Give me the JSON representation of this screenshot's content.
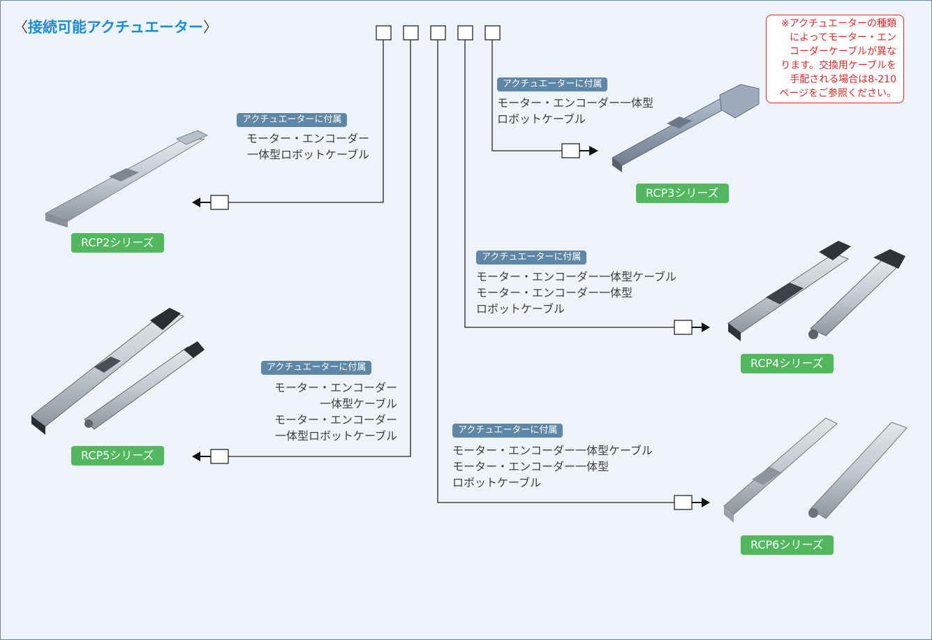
{
  "heading": {
    "open_bracket": "〈",
    "title": "接続可能アクチュエーター",
    "close_bracket": "〉"
  },
  "note_lines": [
    "※アクチュエーターの種類",
    "によってモーター・エン",
    "コーダーケーブルが異な",
    "ります。交換用ケーブルを",
    "手配される場合は8-210",
    "ページをご参照ください。"
  ],
  "common_tag": "アクチュエーターに付属",
  "branches": [
    {
      "id": "rcp2",
      "tag": "アクチュエーターに付属",
      "lines": [
        "モーター・エンコーダー",
        "一体型ロボットケーブル"
      ],
      "series": "RCP2シリーズ"
    },
    {
      "id": "rcp3",
      "tag": "アクチュエーターに付属",
      "lines": [
        "モーター・エンコーダー一体型",
        "ロボットケーブル"
      ],
      "series": "RCP3シリーズ"
    },
    {
      "id": "rcp4",
      "tag": "アクチュエーターに付属",
      "lines": [
        "モーター・エンコーダー一体型ケーブル",
        "モーター・エンコーダー一体型",
        "ロボットケーブル"
      ],
      "series": "RCP4シリーズ"
    },
    {
      "id": "rcp5",
      "tag": "アクチュエーターに付属",
      "lines": [
        "モーター・エンコーダー",
        "一体型ケーブル",
        "モーター・エンコーダー",
        "一体型ロボットケーブル"
      ],
      "series": "RCP5シリーズ"
    },
    {
      "id": "rcp6",
      "tag": "アクチュエーターに付属",
      "lines": [
        "モーター・エンコーダー一体型ケーブル",
        "モーター・エンコーダー一体型",
        "ロボットケーブル"
      ],
      "series": "RCP6シリーズ"
    }
  ],
  "colors": {
    "title_blue": "#1a8ed3",
    "tag_blue": "#5e86a6",
    "series_green": "#52b75f",
    "note_red": "#e0272a",
    "background": "#eef3f9"
  }
}
